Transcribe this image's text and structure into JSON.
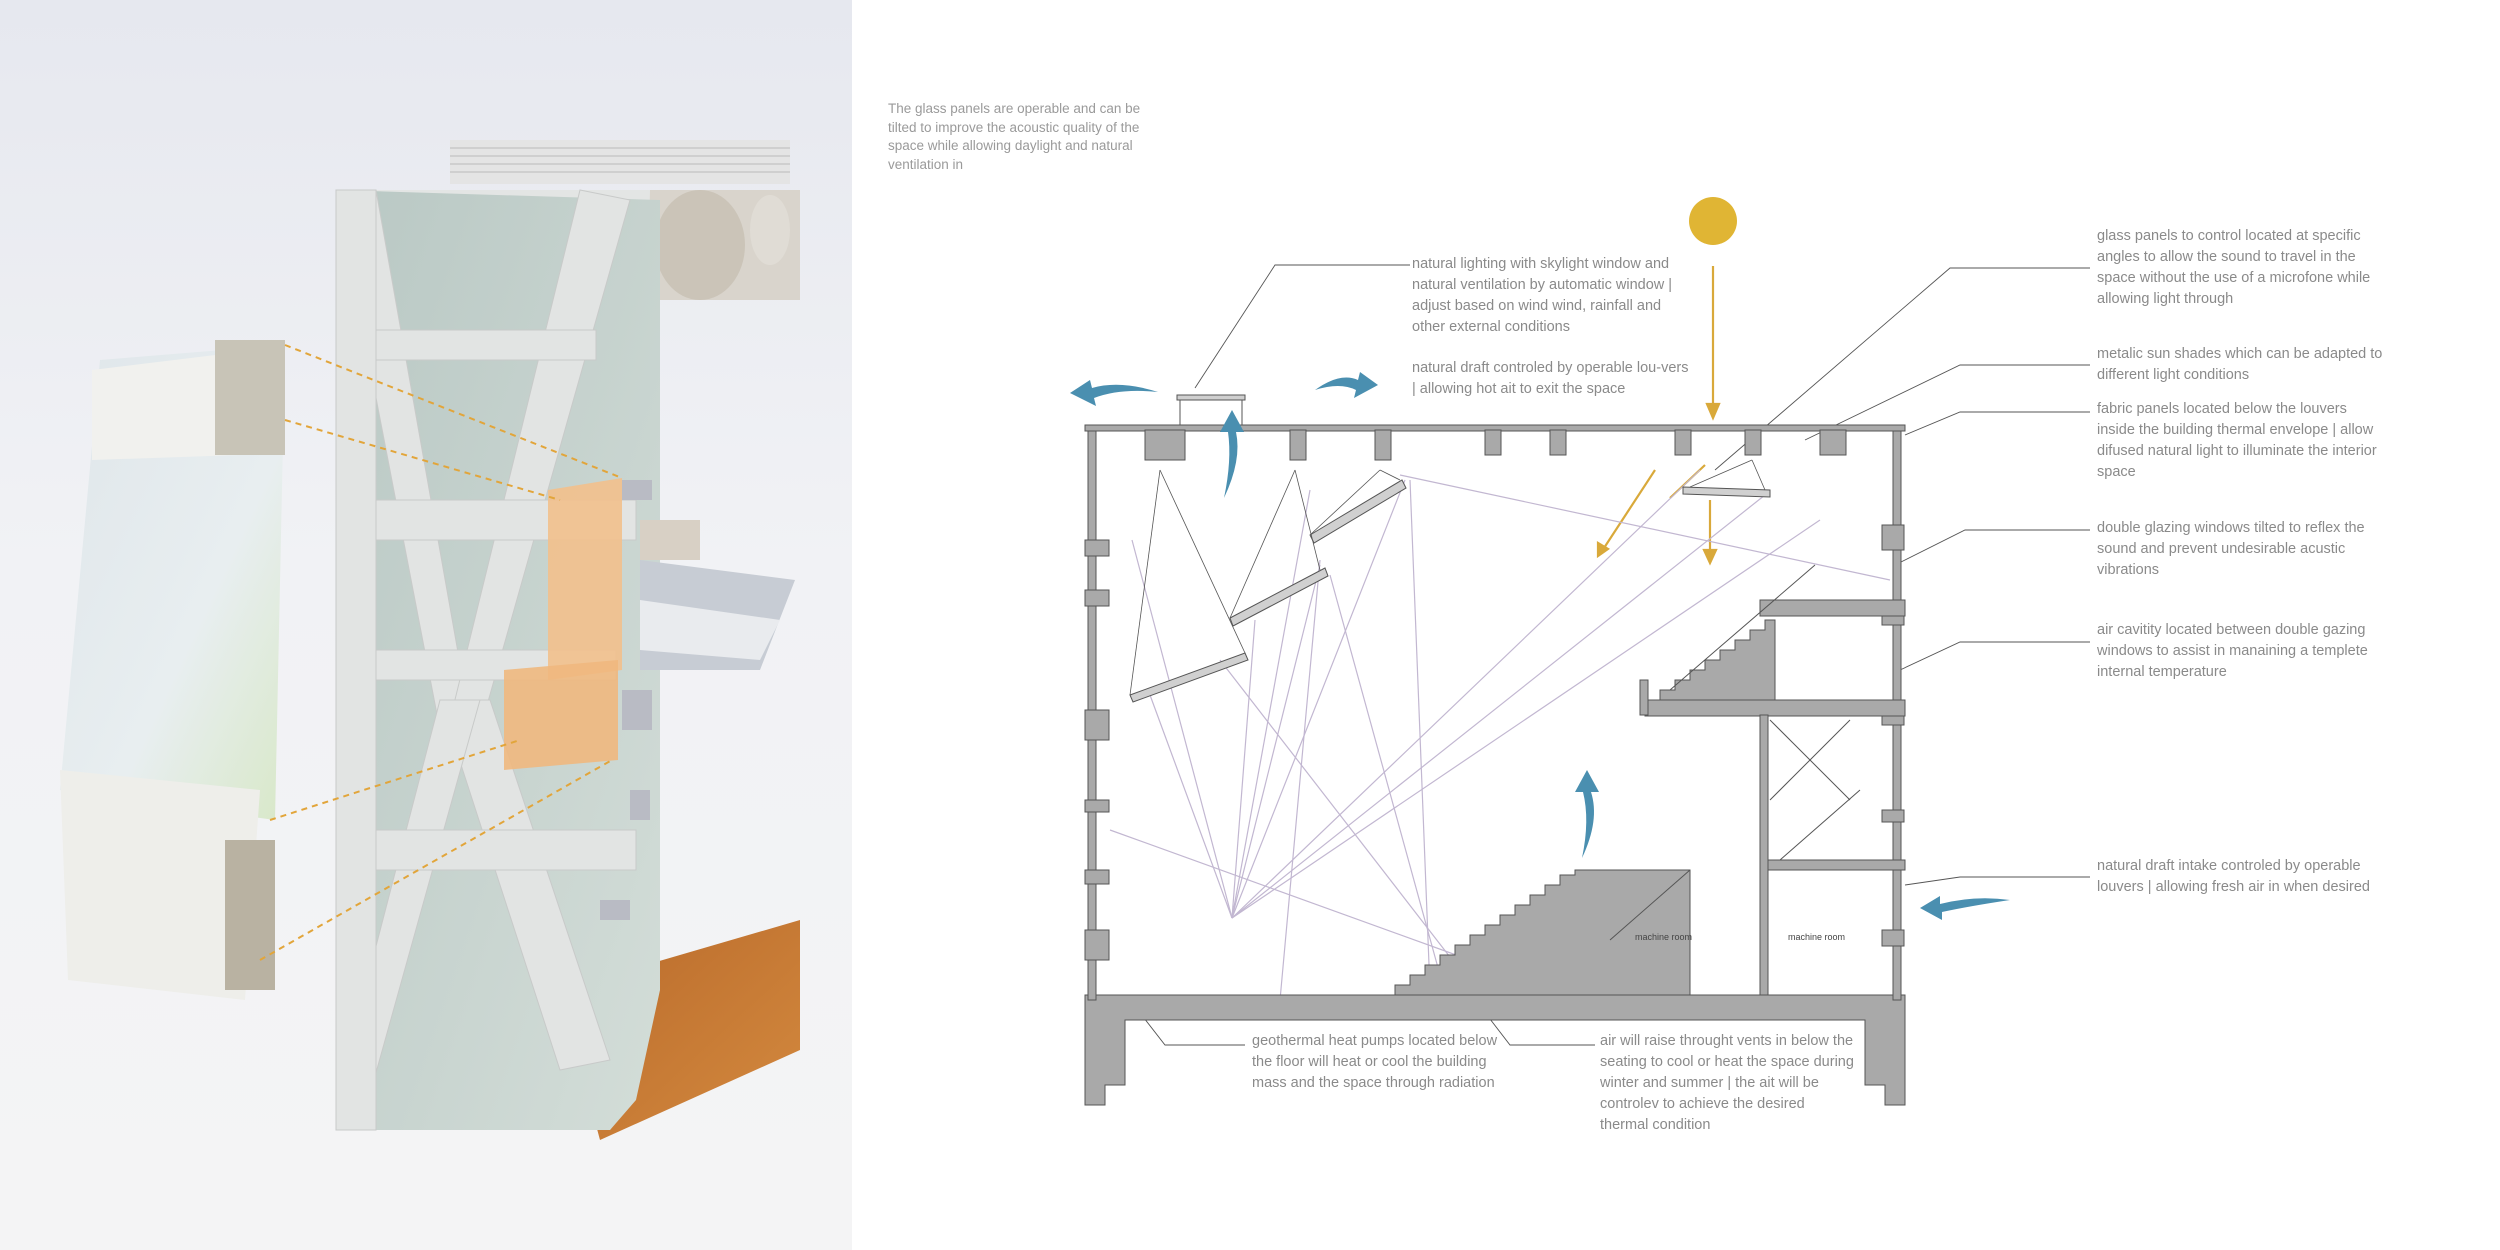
{
  "intro_text": "The glass panels are operable and can be tilted to improve the acoustic quality of the space while allowing daylight and natural ventilation in",
  "annotations": {
    "skylight": "natural lighting with skylight window and natural ventilation by automatic window | adjust based on wind wind, rainfall and other external conditions",
    "louvers_top": "natural draft controled by operable lou-vers | allowing hot ait to exit the space",
    "glass_panels": "glass panels to control located at specific angles to allow the sound to travel in the space without the use of a microfone while allowing light through",
    "sun_shades": "metalic sun shades which can be adapted to different light conditions",
    "fabric_panels": "fabric panels located below the louvers inside the building thermal envelope | allow difused natural light to illuminate the interior space",
    "double_glazing": "double glazing windows tilted to reflex the sound and prevent undesirable acustic vibrations",
    "air_cavity": "air cavitity located between double gazing windows to assist in manaining a templete internal temperature",
    "draft_intake": "natural draft intake controled by operable louvers | allowing fresh air in when desired",
    "geothermal": "geothermal heat pumps located below the floor will heat or cool the building mass and the space through radiation",
    "air_vents": "air will raise throught vents in below the seating to cool or heat the space during winter and summer | the ait will be controlev to achieve the desired thermal condition"
  },
  "room_labels": [
    "machine room",
    "machine room"
  ],
  "colors": {
    "sun": "#e0b534",
    "airflow": "#4a8fb0",
    "sun_ray": "#d9a93a",
    "acoustic_ray": "#b9aec8",
    "wall": "#a9a9a9",
    "leader": "#444444",
    "text": "#8a8a8a"
  },
  "icons": [
    "sun-icon",
    "airflow-arrow-icon",
    "sun-ray-arrow-icon"
  ]
}
